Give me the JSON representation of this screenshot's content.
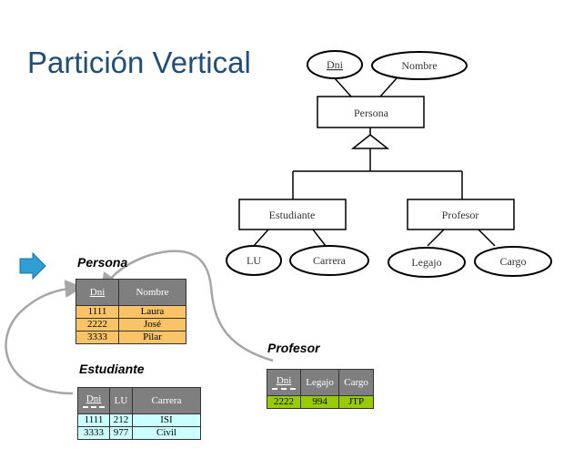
{
  "title": "Partición Vertical",
  "er": {
    "entities": {
      "persona": "Persona",
      "estudiante": "Estudiante",
      "profesor": "Profesor"
    },
    "attributes": {
      "dni": "Dni",
      "nombre": "Nombre",
      "lu": "LU",
      "carrera": "Carrera",
      "legajo": "Legajo",
      "cargo": "Cargo"
    }
  },
  "tables": {
    "persona": {
      "label": "Persona",
      "headers": [
        "Dni",
        "Nombre"
      ],
      "rows": [
        [
          "1111",
          "Laura"
        ],
        [
          "2222",
          "José"
        ],
        [
          "3333",
          "Pilar"
        ]
      ],
      "row_color": "#f9c468"
    },
    "estudiante": {
      "label": "Estudiante",
      "headers": [
        "Dni",
        "LU",
        "Carrera"
      ],
      "rows": [
        [
          "1111",
          "212",
          "ISI"
        ],
        [
          "3333",
          "977",
          "Civil"
        ]
      ],
      "row_color": "#ccffff"
    },
    "profesor": {
      "label": "Profesor",
      "headers": [
        "Dni",
        "Legajo",
        "Cargo"
      ],
      "rows": [
        [
          "2222",
          "994",
          "JTP"
        ]
      ],
      "row_color": "#99cc00"
    }
  },
  "colors": {
    "title": "#1f4e79",
    "arrow_fill": "#2e9fd6",
    "header_fill": "#7f7f7f",
    "link_curve": "#a6a6a6"
  }
}
